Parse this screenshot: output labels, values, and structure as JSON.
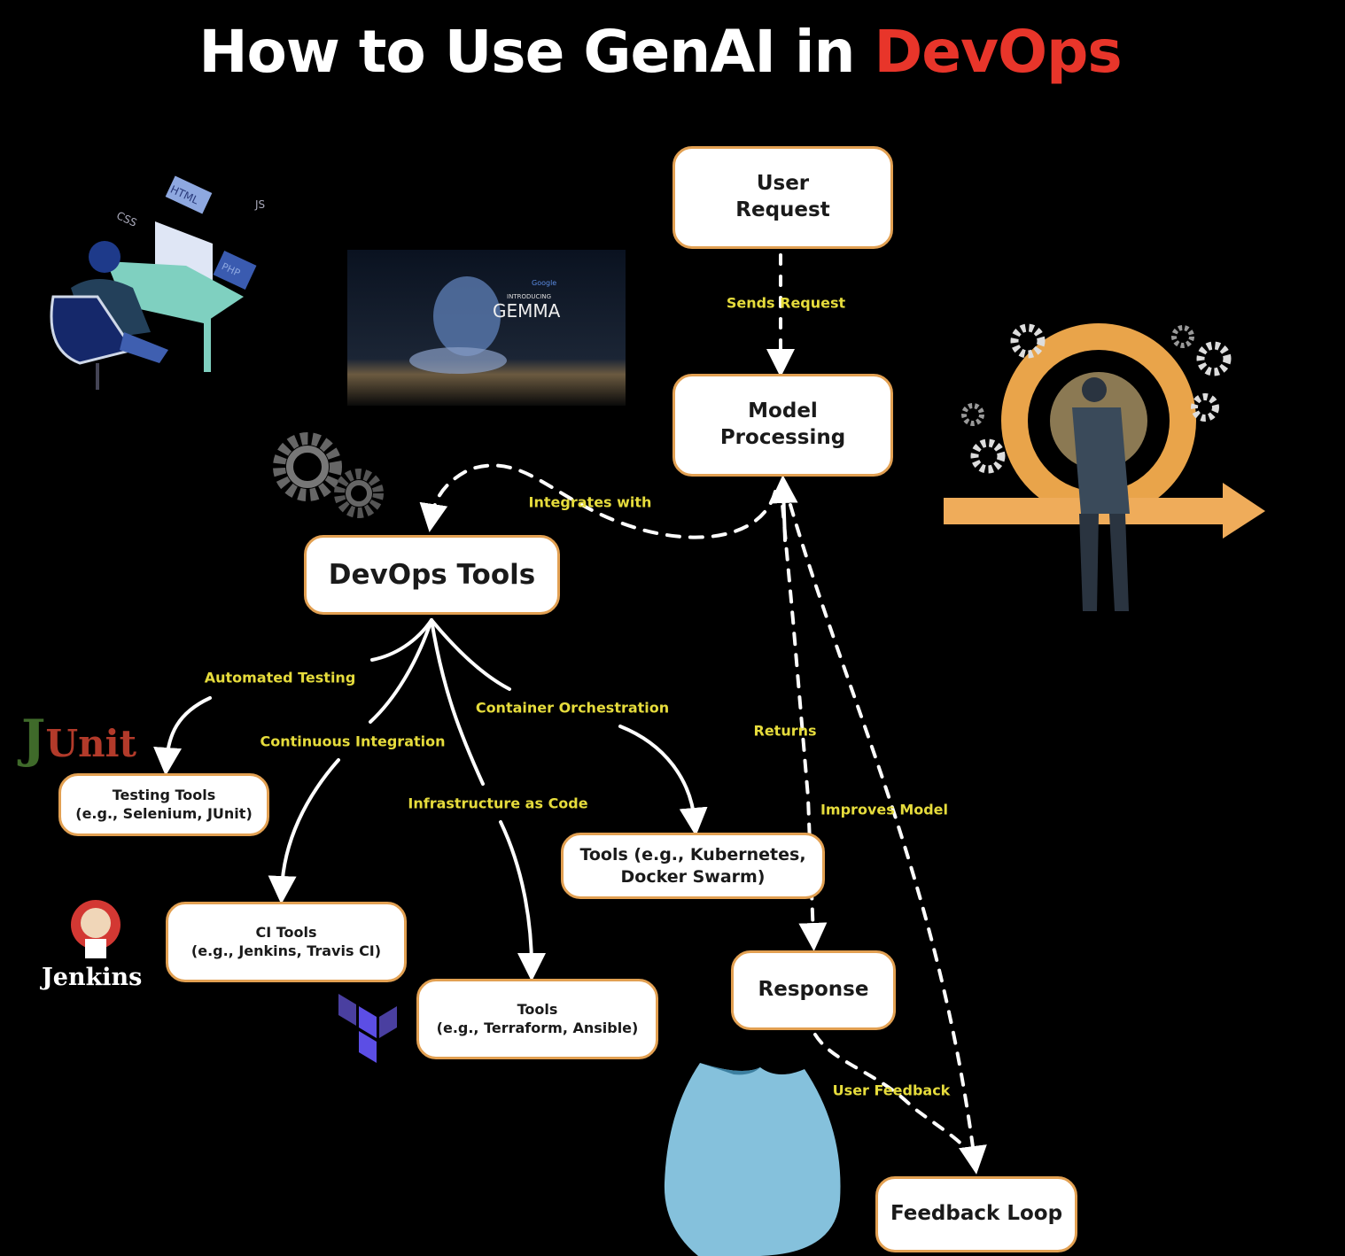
{
  "title": {
    "prefix": "How to Use GenAI in ",
    "accent": "DevOps"
  },
  "colors": {
    "accent": "#e8352a",
    "label": "#e6dc3c",
    "box_border": "#e2a052",
    "box_fill": "#ffffff",
    "background": "#000000"
  },
  "nodes": {
    "user_request": {
      "line1": "User",
      "line2": "Request"
    },
    "model_processing": {
      "line1": "Model",
      "line2": "Processing"
    },
    "devops_tools": "DevOps Tools",
    "testing_tools": {
      "line1": "Testing Tools",
      "line2": "(e.g., Selenium, JUnit)"
    },
    "ci_tools": {
      "line1": "CI Tools",
      "line2": "(e.g., Jenkins, Travis CI)"
    },
    "iac_tools": {
      "line1": "Tools",
      "line2": "(e.g., Terraform, Ansible)"
    },
    "container_tools": {
      "line1": "Tools (e.g., Kubernetes,",
      "line2": "Docker Swarm)"
    },
    "response": "Response",
    "feedback_loop": "Feedback Loop"
  },
  "edges": {
    "sends_request": "Sends Request",
    "integrates_with": "Integrates with",
    "automated_testing": "Automated Testing",
    "continuous_integration": "Continuous Integration",
    "container_orchestration": "Container Orchestration",
    "infrastructure_as_code": "Infrastructure as Code",
    "returns": "Returns",
    "improves_model": "Improves Model",
    "user_feedback": "User Feedback"
  },
  "illustrations": {
    "developer_tags": [
      "HTML",
      "CSS",
      "JS",
      "PHP"
    ],
    "gemma": {
      "brand": "Google",
      "intro": "INTRODUCING",
      "name": "GEMMA"
    },
    "junit_logo": {
      "j": "J",
      "unit": "Unit"
    },
    "jenkins_logo": "Jenkins"
  }
}
